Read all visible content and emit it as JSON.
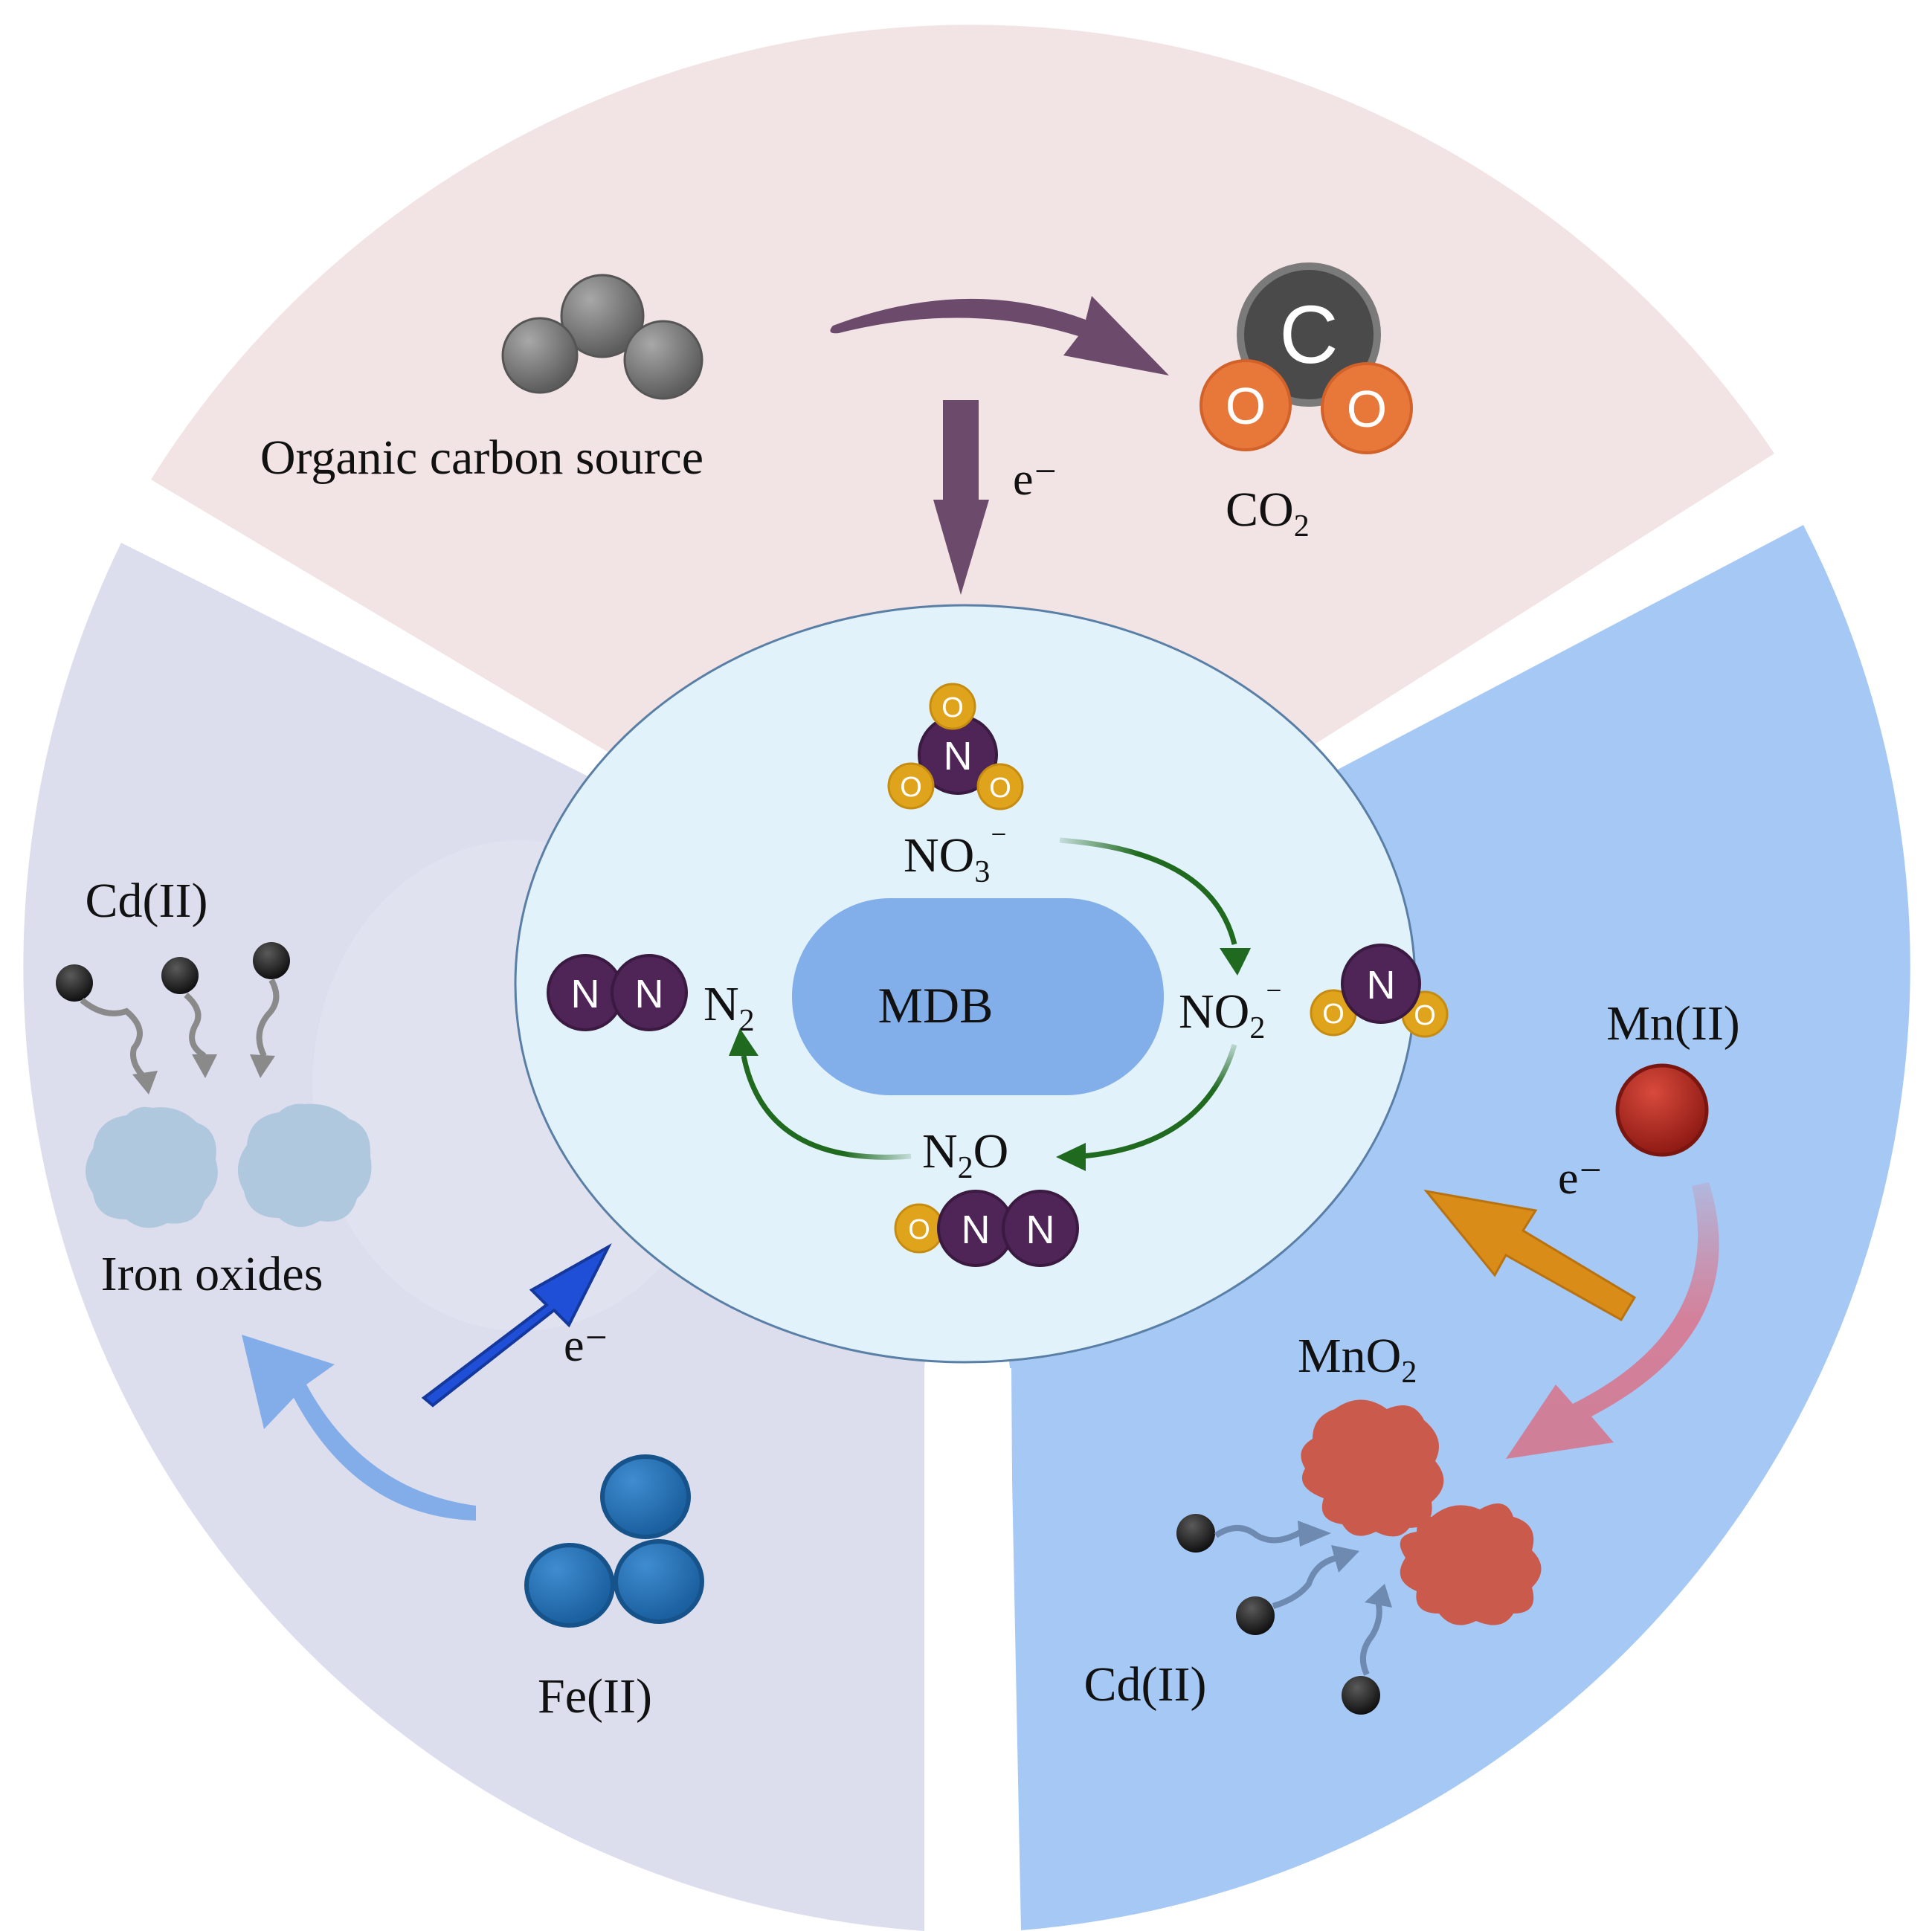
{
  "sectors": {
    "carbon": {
      "organic_label": "Organic carbon source",
      "electron": "e⁻",
      "co2": {
        "main": "CO",
        "sub": "2"
      },
      "carbon_atom": "C",
      "oxygen_atom": "O"
    },
    "iron": {
      "cd_label": "Cd(II)",
      "oxides_label": "Iron oxides",
      "fe_label": "Fe(II)",
      "electron": "e⁻"
    },
    "manganese": {
      "mn_label": "Mn(II)",
      "electron": "e⁻",
      "mno2": {
        "main": "MnO",
        "sub": "2"
      },
      "cd_label": "Cd(II)"
    }
  },
  "cell": {
    "name": "MDB",
    "no3": {
      "main": "NO",
      "sub": "3",
      "sup": "⁻"
    },
    "no2": {
      "main": "NO",
      "sub": "2",
      "sup": "⁻"
    },
    "n2o": {
      "pre": "N",
      "sub": "2",
      "post": "O"
    },
    "n2": {
      "main": "N",
      "sub": "2"
    },
    "nitrogen_atom": "N",
    "oxygen_atom": "O"
  },
  "colors": {
    "carbon_sector": "#f2e4e4",
    "iron_sector": "#dcdeee",
    "manganese_sector": "#a6c8f4",
    "cell_fill": "#e2f2fb",
    "cell_core": "#82aeea",
    "nitrogen_atom": "#4f2456",
    "oxygen_atom_small": "#e0a41c",
    "co2_oxygen": "#e8773a",
    "pathway_arrow": "#1f6a1f",
    "carbon_arrow": "#6c4a6c",
    "fe_arrow": "#1f4fd6",
    "mn_arrow": "#d98c18",
    "fe_atoms": "#1f6fae",
    "mn_atom": "#a8231a",
    "mno2": "#c95a4c",
    "iron_oxide": "#b0c8de",
    "cd_ion": "#2b2b2b"
  }
}
